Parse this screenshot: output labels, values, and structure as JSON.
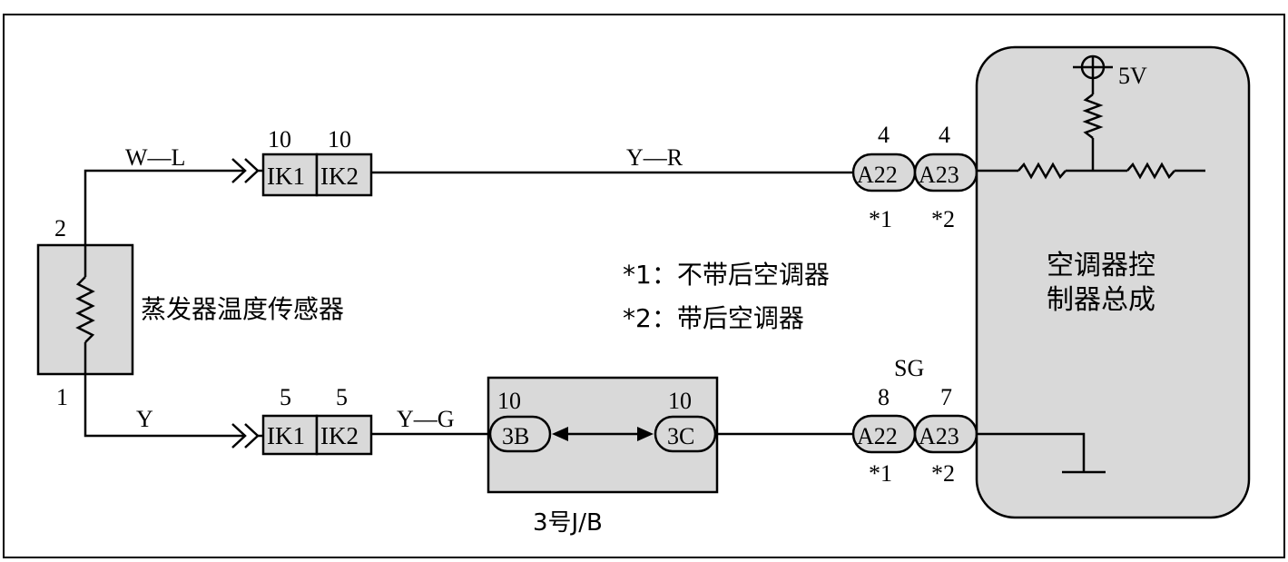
{
  "sensor": {
    "name": "蒸发器温度传感器",
    "pin_top": "2",
    "pin_bottom": "1"
  },
  "wires": {
    "top_left": "W—L",
    "top_right": "Y—R",
    "bottom_left": "Y",
    "bottom_mid": "Y—G"
  },
  "connectors_top": {
    "ik1_pin": "10",
    "ik2_pin": "10",
    "ik1": "IK1",
    "ik2": "IK2"
  },
  "connectors_bottom": {
    "ik1_pin": "5",
    "ik2_pin": "5",
    "ik1": "IK1",
    "ik2": "IK2"
  },
  "junction_block": {
    "label": "3号J/B",
    "left_pin": "10",
    "right_pin": "10",
    "left_conn": "3B",
    "right_conn": "3C"
  },
  "ecu_top": {
    "a22": "A22",
    "a23": "A23",
    "a22_pin": "4",
    "a23_pin": "4",
    "a22_note": "*1",
    "a23_note": "*2"
  },
  "ecu_bottom": {
    "signal": "SG",
    "a22": "A22",
    "a23": "A23",
    "a22_pin": "8",
    "a23_pin": "7",
    "a22_note": "*1",
    "a23_note": "*2"
  },
  "ecu": {
    "name_line1": "空调器控",
    "name_line2": "制器总成",
    "supply": "5V"
  },
  "notes": {
    "note1": "*1：不带后空调器",
    "note2": "*2：带后空调器"
  }
}
